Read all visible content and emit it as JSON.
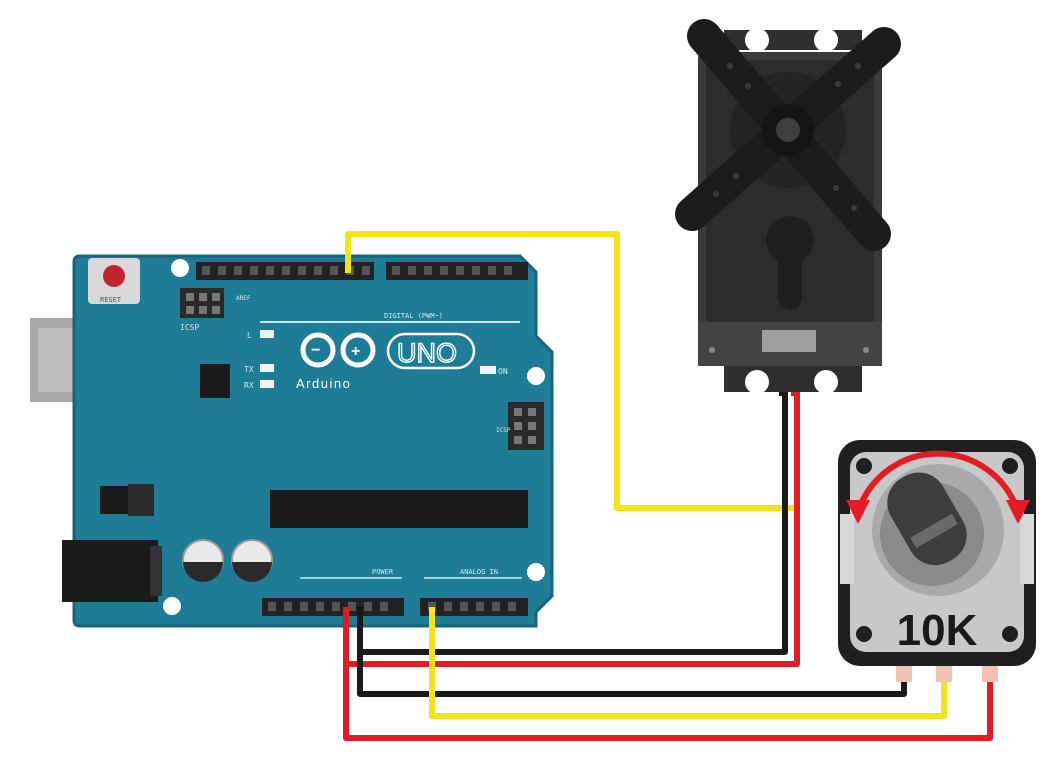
{
  "board": {
    "logo_text": "UNO",
    "brand_text": "Arduino",
    "label_icsp": "ICSP",
    "label_l": "L",
    "label_tx": "TX",
    "label_rx": "RX",
    "label_on": "ON",
    "label_icsp2": "ICSP",
    "label_power": "POWER",
    "label_analog_in": "ANALOG IN",
    "label_digital": "DIGITAL (PWM~)",
    "label_aref": "AREF",
    "label_reset": "RESET"
  },
  "potentiometer": {
    "value_label": "10K"
  },
  "colors": {
    "board": "#1f7c96",
    "board_edge": "#17657b",
    "wire_signal": "#f5e31a",
    "wire_power": "#e31b23",
    "wire_ground": "#1a1a1a",
    "servo_body": "#3a3a3a",
    "servo_horn": "#1c1c1c",
    "pot_body": "#c8c8c8",
    "pot_base": "#1f1f1f",
    "arrow": "#e31b23"
  },
  "icons": [
    "arduino-board",
    "servo-motor",
    "potentiometer"
  ]
}
